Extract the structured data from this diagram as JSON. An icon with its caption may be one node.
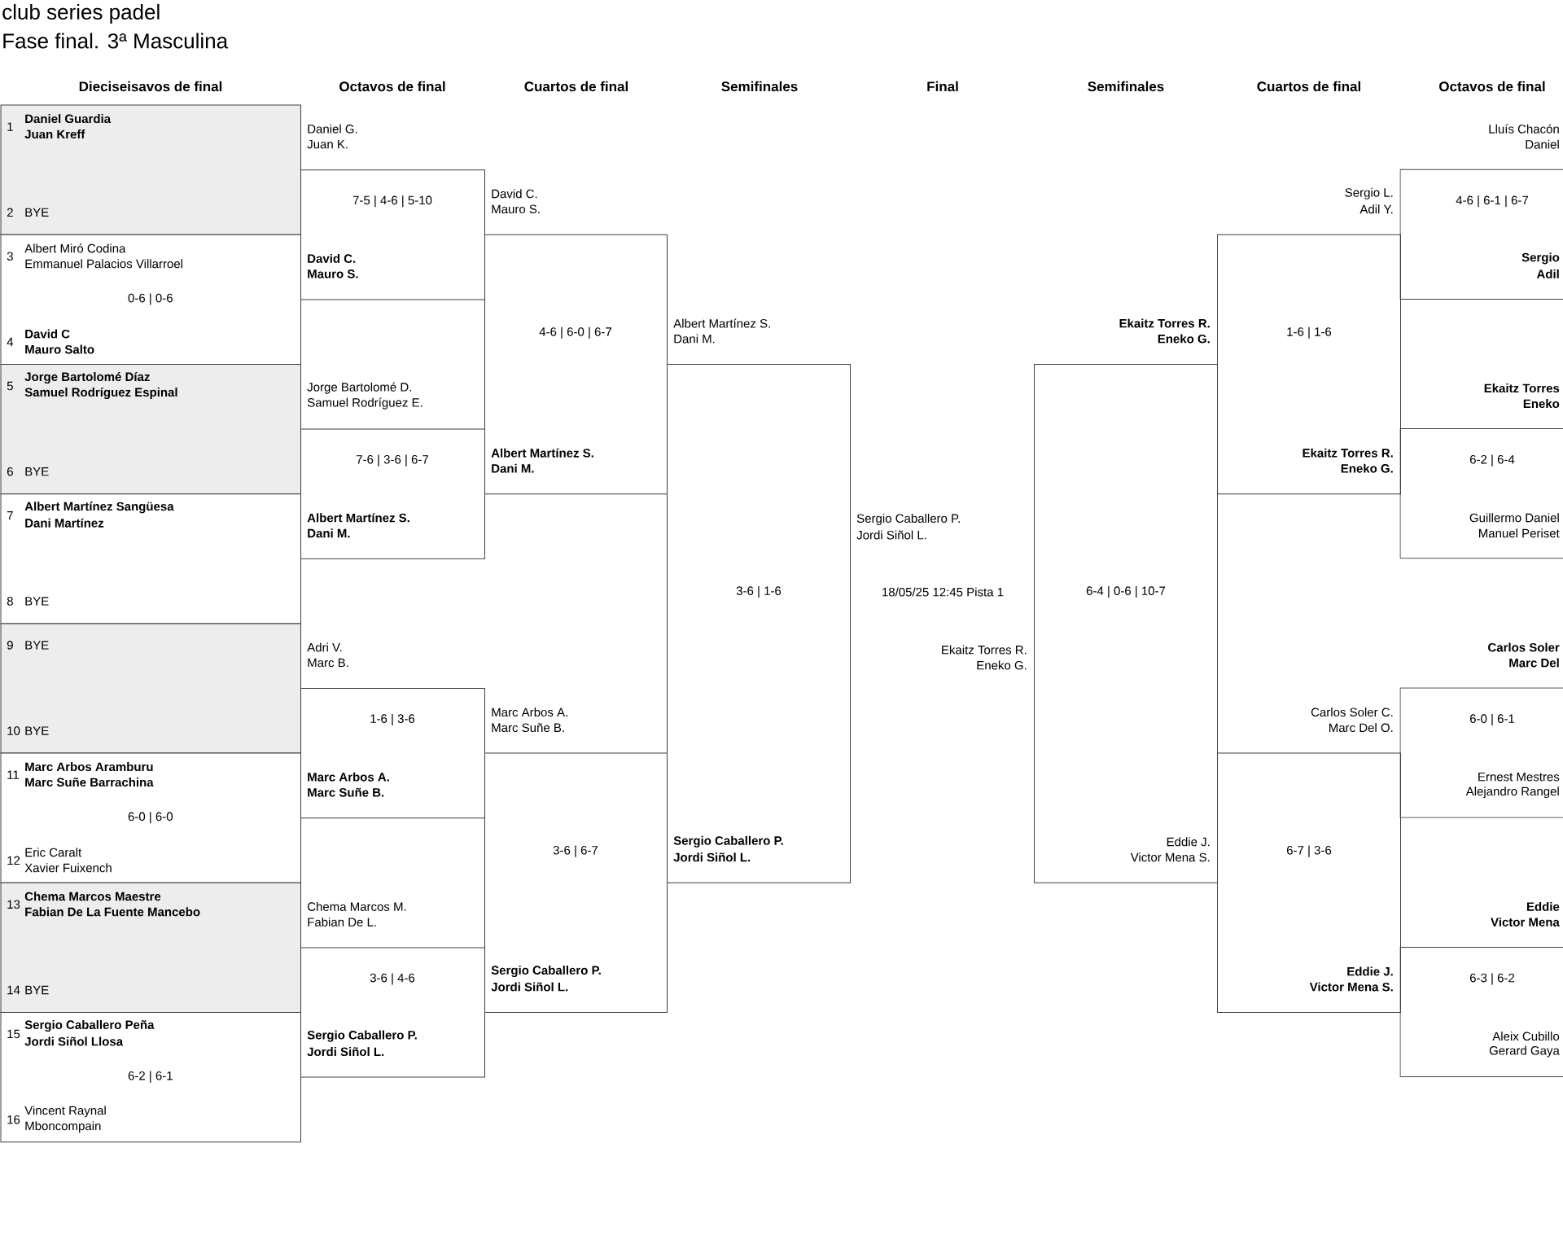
{
  "diagram": {
    "title": "Fase final. 3ª Masculina",
    "nodes": [
      {
        "text": [
          "1",
          "Daniel Guardia",
          "Juan Kreff",
          "2",
          "BYE"
        ]
      },
      {
        "text": [
          "3",
          "Albert Miró Codina",
          "Emmanuel Palacios Villarroel",
          "0-6 | 0-6",
          "4",
          "David C",
          "Mauro Salto"
        ]
      },
      {
        "text": [
          "5",
          "Jorge Bartolomé Díaz",
          "Samuel Rodríguez Espinal",
          "6",
          "BYE"
        ]
      },
      {
        "text": [
          "7",
          "Albert Martínez Sangüesa",
          "Dani Martínez",
          "8",
          "BYE"
        ]
      },
      {
        "text": [
          "9",
          "BYE",
          "10",
          "BYE"
        ]
      },
      {
        "text": [
          "11",
          "Marc Arbos Aramburu",
          "Marc Suñe Barrachina",
          "6-0 | 6-0",
          "12",
          "Eric Caralt",
          "Xavier Fuixench"
        ]
      },
      {
        "text": [
          "13",
          "Chema Marcos Maestre",
          "Fabian De La Fuente Mancebo",
          "14",
          "BYE"
        ]
      },
      {
        "text": [
          "15",
          "Sergio Caballero Peña",
          "Jordi Siñol Llosa",
          "6-2 | 6-1",
          "16",
          "Vincent Raynal",
          "Mboncompain"
        ]
      },
      {
        "text": [
          "Daniel G.",
          "Juan K.",
          "7-5 | 4-6 | 5-10",
          "David C.",
          "Mauro S."
        ]
      },
      {
        "text": [
          "Jorge Bartolomé D.",
          "Samuel Rodríguez E.",
          "7-6 | 3-6 | 6-7",
          "Albert Martínez S.",
          "Dani M."
        ]
      },
      {
        "text": [
          "Adri V.",
          "Marc B.",
          "1-6 | 3-6",
          "Marc Arbos A.",
          "Marc Suñe B."
        ]
      },
      {
        "text": [
          "Chema Marcos M.",
          "Fabian De L.",
          "3-6 | 4-6",
          "Sergio Caballero P.",
          "Jordi Siñol L."
        ]
      },
      {
        "text": [
          "David C.",
          "Mauro S.",
          "4-6 | 6-0 | 6-7",
          "Albert Martínez S.",
          "Dani M."
        ]
      },
      {
        "text": [
          "Marc Arbos A.",
          "Marc Suñe B.",
          "3-6 | 6-7",
          "Sergio Caballero P.",
          "Jordi Siñol L."
        ]
      },
      {
        "text": [
          "Albert Martínez S.",
          "Dani M.",
          "3-6 | 1-6",
          "Sergio Caballero P.",
          "Jordi Siñol L."
        ]
      },
      {
        "text": [
          "Ekaitz Torres R.",
          "Eneko G.",
          "6-4 | 0-6 | 10-7",
          "Eddie J.",
          "Victor Mena S."
        ]
      },
      {
        "text": [
          "Sergio L.",
          "Adil Y.",
          "1-6 | 1-6",
          "Ekaitz Torres R.",
          "Eneko G."
        ]
      },
      {
        "text": [
          "Carlos Soler C.",
          "Marc Del O.",
          "6-7 | 3-6",
          "Eddie J.",
          "Victor Mena S."
        ]
      },
      {
        "text": [
          "Lluís Chacón",
          "Daniel",
          "4-6 | 6-1 | 6-7",
          "Sergio",
          "Adil"
        ]
      },
      {
        "text": [
          "Ekaitz Torres",
          "Eneko",
          "6-2 | 6-4",
          "Guillermo Daniel",
          "Manuel Periset"
        ]
      },
      {
        "text": [
          "Carlos Soler",
          "Marc Del",
          "6-0 | 6-1",
          "Ernest Mestres",
          "Alejandro Rangel"
        ]
      },
      {
        "text": [
          "Eddie",
          "Victor Mena",
          "6-3 | 6-2",
          "Aleix Cubillo",
          "Gerard Gaya"
        ]
      }
    ],
    "labels": [
      "club series padel",
      "Dieciseisavos de final",
      "Octavos de final",
      "Cuartos de final",
      "Semifinales",
      "Final",
      "Semifinales",
      "Cuartos de final",
      "Octavos de final",
      "Sergio Caballero P.",
      "Jordi Siñol L.",
      "18/05/25 12:45 Pista 1",
      "Ekaitz Torres R.",
      "Eneko G."
    ]
  }
}
